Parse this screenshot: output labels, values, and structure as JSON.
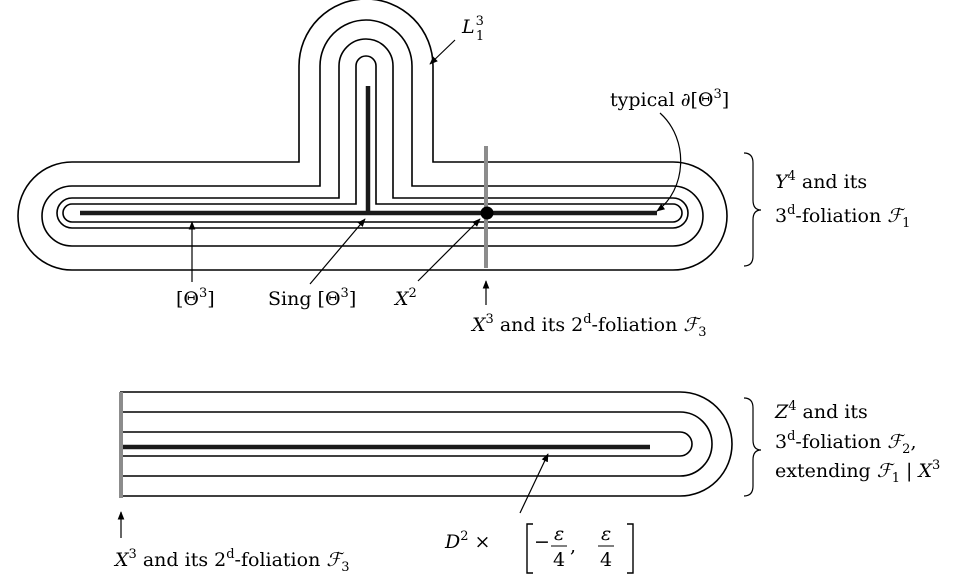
{
  "top_labels": {
    "L_main": "L",
    "L_sub": "1",
    "L_sup": "3",
    "typical": "typical ∂[Θ",
    "typical_sup": "3",
    "typical_close": "]",
    "Y_main": "Y",
    "Y_sup": "4",
    "Y_rest": " and its",
    "F1_pre": "3",
    "F1_sup": "d",
    "F1_mid": "-foliation ",
    "F1_F": "ℱ",
    "F1_sub": "1",
    "theta_open": "[Θ",
    "theta_sup": "3",
    "theta_close": "]",
    "sing_pre": "Sing [Θ",
    "sing_sup": "3",
    "sing_close": "]",
    "X2_main": "X",
    "X2_sup": "2",
    "X3_main": "X",
    "X3_sup": "3",
    "X3_mid": " and its 2",
    "X3_d": "d",
    "X3_fol": "-foliation ",
    "X3_F": "ℱ",
    "X3_sub": "3"
  },
  "bottom_labels": {
    "Z_main": "Z",
    "Z_sup": "4",
    "Z_rest": " and its",
    "F2_pre": "3",
    "F2_sup": "d",
    "F2_mid": "-foliation ",
    "F2_F": "ℱ",
    "F2_sub": "2",
    "F2_comma": ",",
    "ext_pre": "extending ",
    "ext_F": "ℱ",
    "ext_sub": "1",
    "ext_bar": " | ",
    "ext_X": "X",
    "ext_sup": "3",
    "D_main": "D",
    "D_sup": "2",
    "D_times": " × ",
    "D_minus": "−",
    "D_eps1": "ε",
    "D_four1": "4",
    "D_comma": ",",
    "D_eps2": "ε",
    "D_four2": "4",
    "X3_main": "X",
    "X3_sup": "3",
    "X3_mid": " and its 2",
    "X3_d": "d",
    "X3_fol": "-foliation ",
    "X3_F": "ℱ",
    "X3_sub": "3"
  }
}
